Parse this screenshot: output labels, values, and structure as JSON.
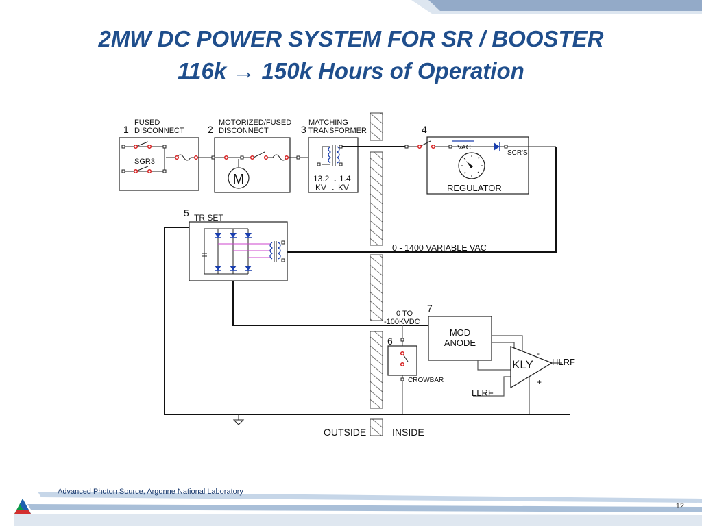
{
  "slide": {
    "title_line1": "2MW DC POWER SYSTEM FOR SR / BOOSTER",
    "title_line2_pre": "116k",
    "title_line2_arrow": "→",
    "title_line2_post": "150k Hours of Operation",
    "footer": "Advanced Photon Source, Argonne National Laboratory",
    "page_number": "12"
  },
  "colors": {
    "title": "#1f4e8c",
    "accent_blue": "#1a3a6e",
    "contact_red": "#d62020",
    "diode_blue": "#1a3fae"
  },
  "diagram": {
    "blocks": {
      "b1": {
        "number": "1",
        "label_line1": "FUSED",
        "label_line2": "DISCONNECT",
        "inner": "SGR3"
      },
      "b2": {
        "number": "2",
        "label_line1": "MOTORIZED/FUSED",
        "label_line2": "DISCONNECT",
        "inner": "M"
      },
      "b3": {
        "number": "3",
        "label_line1": "MATCHING",
        "label_line2": "TRANSFORMER",
        "v1": "13.2",
        "v2": "1.4",
        "u1": "KV",
        "u2": "KV"
      },
      "b4": {
        "number": "4",
        "vac": "VAC",
        "scr": "SCR'S",
        "name": "REGULATOR"
      },
      "b5": {
        "number": "5",
        "name": "TR SET"
      },
      "b6": {
        "number": "6",
        "name": "CROWBAR"
      },
      "b7": {
        "number": "7",
        "line1": "MOD",
        "line2": "ANODE",
        "volt1": "0 TO",
        "volt2": "-100KVDC"
      }
    },
    "variable_vac": "0 - 1400  VARIABLE VAC",
    "kly": {
      "label": "KLY",
      "hlrf": "HLRF",
      "llrf": "LLRF",
      "minus": "-",
      "plus": "+"
    },
    "outside": "OUTSIDE",
    "inside": "INSIDE"
  }
}
